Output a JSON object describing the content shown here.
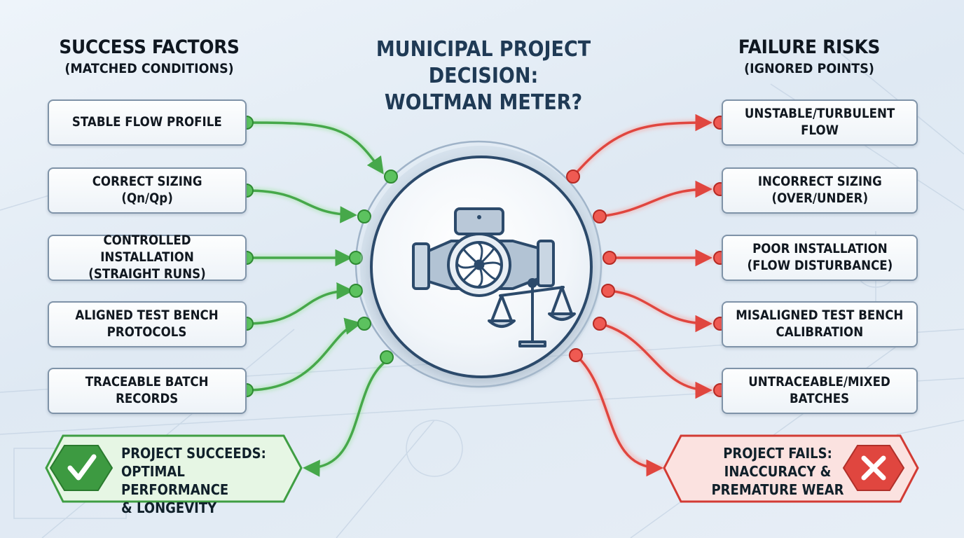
{
  "headings": {
    "left_title": "SUCCESS FACTORS",
    "left_subtitle": "(MATCHED CONDITIONS)",
    "center_line1": "MUNICIPAL PROJECT",
    "center_line2": "DECISION:",
    "center_line3": "WOLTMAN METER?",
    "right_title": "FAILURE RISKS",
    "right_subtitle": "(IGNORED POINTS)"
  },
  "success_factors": [
    "STABLE FLOW PROFILE",
    "CORRECT SIZING\n(Qn/Qp)",
    "CONTROLLED INSTALLATION\n(STRAIGHT RUNS)",
    "ALIGNED TEST BENCH\nPROTOCOLS",
    "TRACEABLE BATCH\nRECORDS"
  ],
  "failure_risks": [
    "UNSTABLE/TURBULENT\nFLOW",
    "INCORRECT SIZING\n(OVER/UNDER)",
    "POOR INSTALLATION\n(FLOW DISTURBANCE)",
    "MISALIGNED TEST BENCH\nCALIBRATION",
    "UNTRACEABLE/MIXED\nBATCHES"
  ],
  "outcomes": {
    "success": {
      "line1": "PROJECT SUCCEEDS:",
      "line2": "OPTIMAL PERFORMANCE",
      "line3": "& LONGEVITY"
    },
    "failure": {
      "line1": "PROJECT FAILS:",
      "line2": "INACCURACY &",
      "line3": "PREMATURE WEAR"
    }
  },
  "icons": {
    "hub": "water-meter-with-scale-icon",
    "success": "checkmark-icon",
    "failure": "cross-icon"
  },
  "colors": {
    "success": "#4caf50",
    "failure": "#e0463f",
    "hub_border": "#2c4a6b",
    "title": "#1f3a55"
  }
}
